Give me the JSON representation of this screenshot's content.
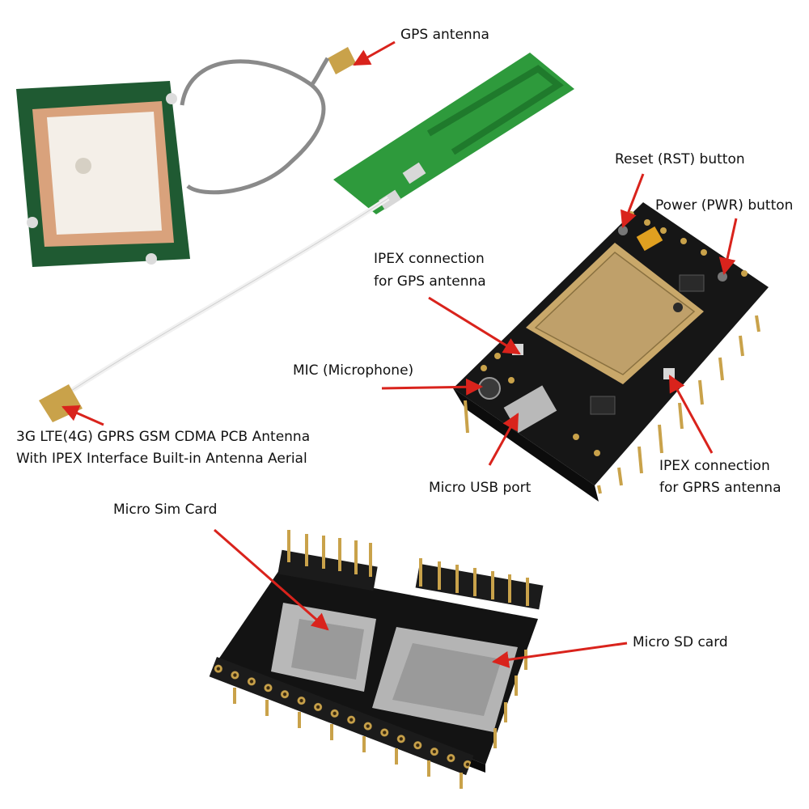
{
  "labels": {
    "gps_antenna": "GPS antenna",
    "reset_button": "Reset (RST) button",
    "power_button": "Power (PWR) button",
    "ipex_gps_line1": "IPEX connection",
    "ipex_gps_line2": "for GPS antenna",
    "mic": "MIC (Microphone)",
    "pcb_antenna_line1": "3G LTE(4G) GPRS GSM CDMA PCB Antenna",
    "pcb_antenna_line2": "With IPEX Interface Built-in Antenna Aerial",
    "micro_usb": "Micro USB port",
    "ipex_gprs_line1": "IPEX connection",
    "ipex_gprs_line2": "for GPRS antenna",
    "micro_sim": "Micro Sim Card",
    "micro_sd": "Micro SD card"
  },
  "colors": {
    "arrow": "#d9231c",
    "pcb_dark": "#1b1b1b",
    "antenna_green": "#2e9a3c",
    "patch_tan": "#d9a27c",
    "gold": "#c9a24a"
  }
}
